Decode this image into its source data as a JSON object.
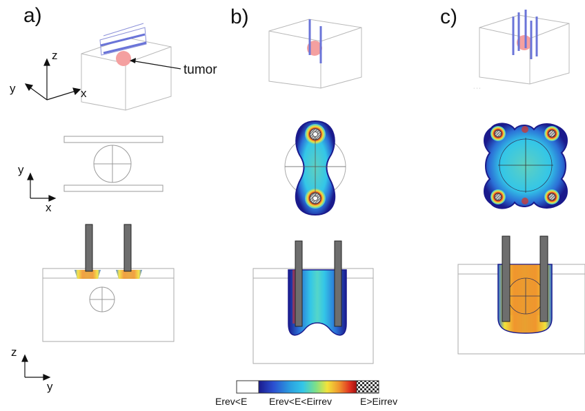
{
  "panels": {
    "a": "a)",
    "b": "b)",
    "c": "c)"
  },
  "annotations": {
    "tumor": "tumor"
  },
  "axes": {
    "iso_z": "z",
    "iso_y": "y",
    "iso_x": "x",
    "top_y": "y",
    "top_x": "x",
    "side_z": "z",
    "side_y": "y"
  },
  "legend": {
    "label_left": "Erev<E",
    "label_mid": "Erev<E<Eirrev",
    "label_right": "E>Eirrev",
    "colors": [
      "#ffffff",
      "#1a1a8c",
      "#2b6fd6",
      "#33c6e8",
      "#7be08a",
      "#f2e33a",
      "#f0962e",
      "#e03020",
      "#a01010"
    ]
  },
  "colors": {
    "tumor": "#f4a0a0",
    "electrode_3d": "#6a74d8",
    "electrode_section": "#6e6e6e",
    "box_line": "#b8b8b8"
  }
}
